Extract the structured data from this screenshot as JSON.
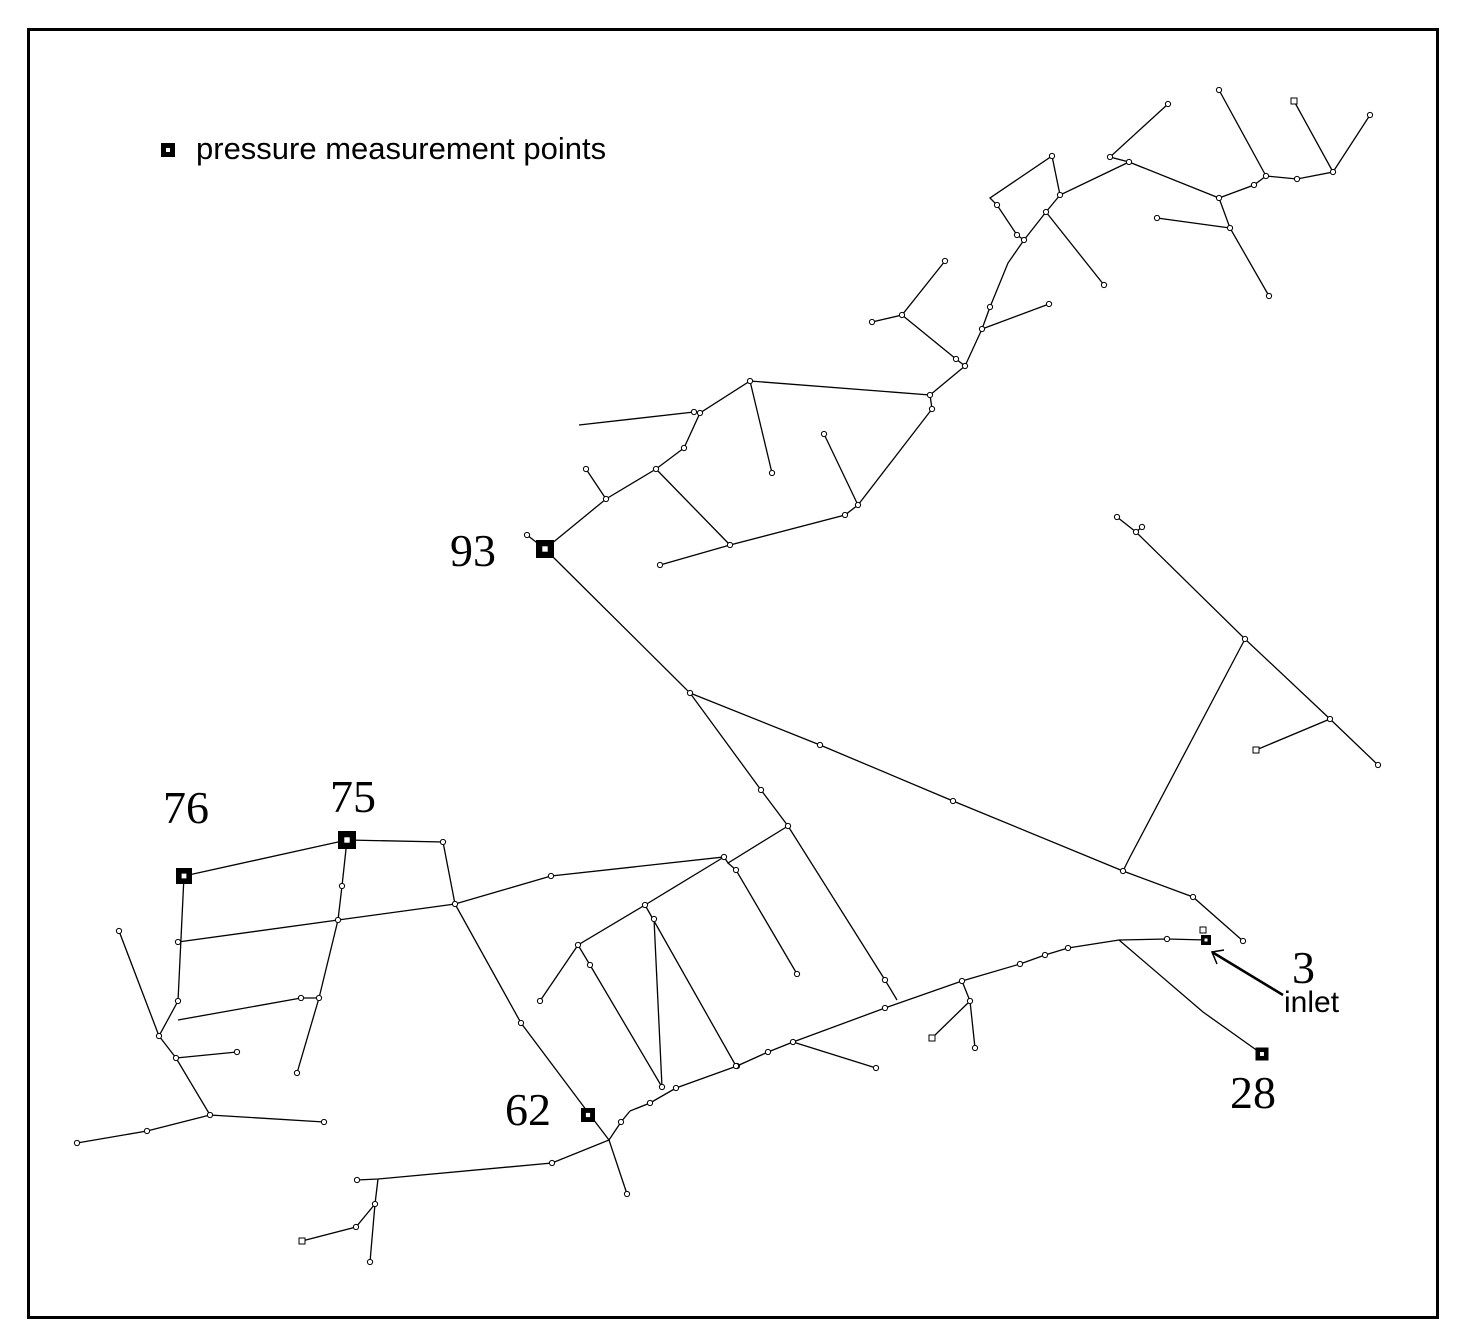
{
  "legend": {
    "text": "pressure measurement points",
    "symbol_icon": "filled-square-marker-icon"
  },
  "measurement_points": [
    {
      "id": "93",
      "label": "93"
    },
    {
      "id": "76",
      "label": "76"
    },
    {
      "id": "75",
      "label": "75"
    },
    {
      "id": "62",
      "label": "62"
    },
    {
      "id": "28",
      "label": "28"
    },
    {
      "id": "3",
      "label": "3"
    }
  ],
  "inlet": {
    "label": "inlet"
  },
  "colors": {
    "line": "#000000",
    "background": "#ffffff"
  }
}
